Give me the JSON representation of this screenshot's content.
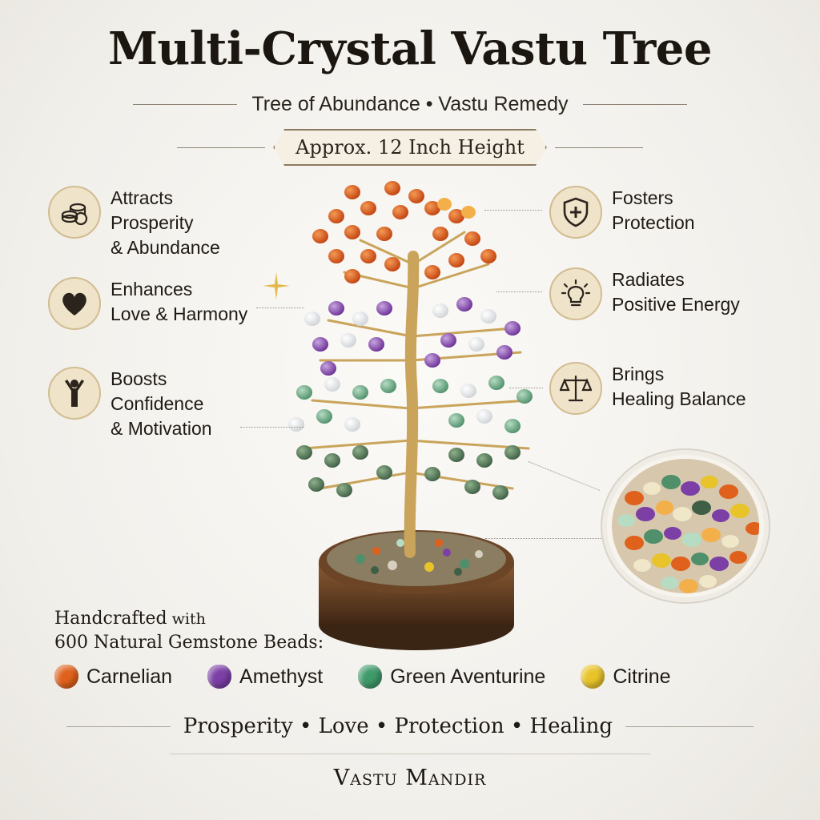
{
  "header": {
    "title": "Multi-Crystal Vastu Tree",
    "subtitle": "Tree of Abundance • Vastu Remedy",
    "height_label": "Approx. 12 Inch Height"
  },
  "benefits_left": [
    {
      "lines": [
        "Attracts",
        "Prosperity",
        "& Abundance"
      ],
      "icon": "coins-icon"
    },
    {
      "lines": [
        "Enhances",
        "Love & Harmony"
      ],
      "icon": "heart-icon"
    },
    {
      "lines": [
        "Boosts",
        "Confidence",
        "& Motivation"
      ],
      "icon": "person-raised-arms-icon"
    }
  ],
  "benefits_right": [
    {
      "lines": [
        "Fosters",
        "Protection"
      ],
      "icon": "shield-plus-icon"
    },
    {
      "lines": [
        "Radiates",
        "Positive Energy"
      ],
      "icon": "lightbulb-icon"
    },
    {
      "lines": [
        "Brings",
        "Healing Balance"
      ],
      "icon": "balance-scale-icon"
    }
  ],
  "handcrafted": {
    "line1_big": "Handcrafted",
    "line1_small": " with",
    "line2": "600 Natural Gemstone Beads:"
  },
  "gemstones": [
    {
      "name": "Carnelian",
      "color": "#e0611c"
    },
    {
      "name": "Amethyst",
      "color": "#7b3fa6"
    },
    {
      "name": "Green Aventurine",
      "color": "#3f9a6a"
    },
    {
      "name": "Citrine",
      "color": "#e8c32a"
    }
  ],
  "tagline": "Prosperity • Love • Protection • Healing",
  "brand": "Vastu Mandir",
  "colors": {
    "accent_gold": "#c9a45a",
    "icon_bg": "#efe3c9",
    "text": "#1f1a15"
  }
}
